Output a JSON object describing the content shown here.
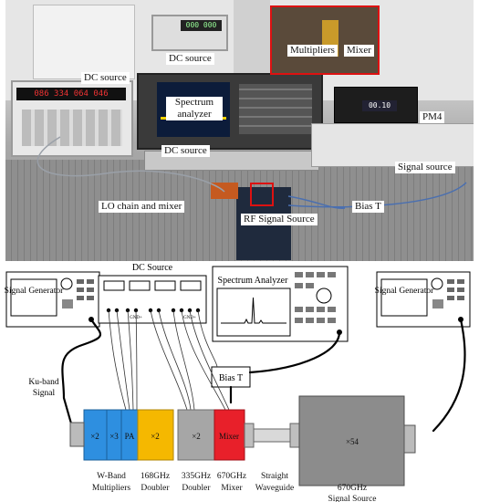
{
  "photo": {
    "labels": {
      "dc_source_left": "DC source",
      "dc_source_top": "DC source",
      "multipliers": "Multipliers",
      "mixer": "Mixer",
      "spectrum_analyzer": "Spectrum analyzer",
      "pm4": "PM4",
      "dc_source_mid": "DC source",
      "signal_source": "Signal source",
      "bias_t": "Bias T",
      "lo_chain": "LO chain and mixer",
      "rf_signal_source": "RF Signal Source"
    },
    "readouts": {
      "left_meter": "086 334 064 046",
      "top_meter": "000 000",
      "pm4_meter": "00.10"
    }
  },
  "diagram": {
    "signal_generator_left": "Signal Generator",
    "signal_generator_right": "Signal Generator",
    "dc_source_title": "DC Source",
    "spectrum_analyzer_title": "Spectrum Analyzer",
    "bias_t": "Bias T",
    "ku_band_signal": "Ku-band Signal",
    "terminal_labels": [
      "GND+",
      "GND+"
    ],
    "chain_blocks": [
      "×2",
      "×3",
      "PA",
      "×2",
      "×2",
      "Mixer"
    ],
    "signal_source_block": "×54",
    "captions": [
      "W-Band Multipliers",
      "168GHz Doubler",
      "335GHz Doubler",
      "670GHz Mixer",
      "Straight Waveguide",
      "670GHz Signal Source"
    ],
    "colors": {
      "w_band": "#2e8fe0",
      "doubler_168": "#f5b800",
      "doubler_335": "#a6a6a6",
      "mixer": "#e8202a",
      "signal_source": "#8c8c8c"
    }
  }
}
